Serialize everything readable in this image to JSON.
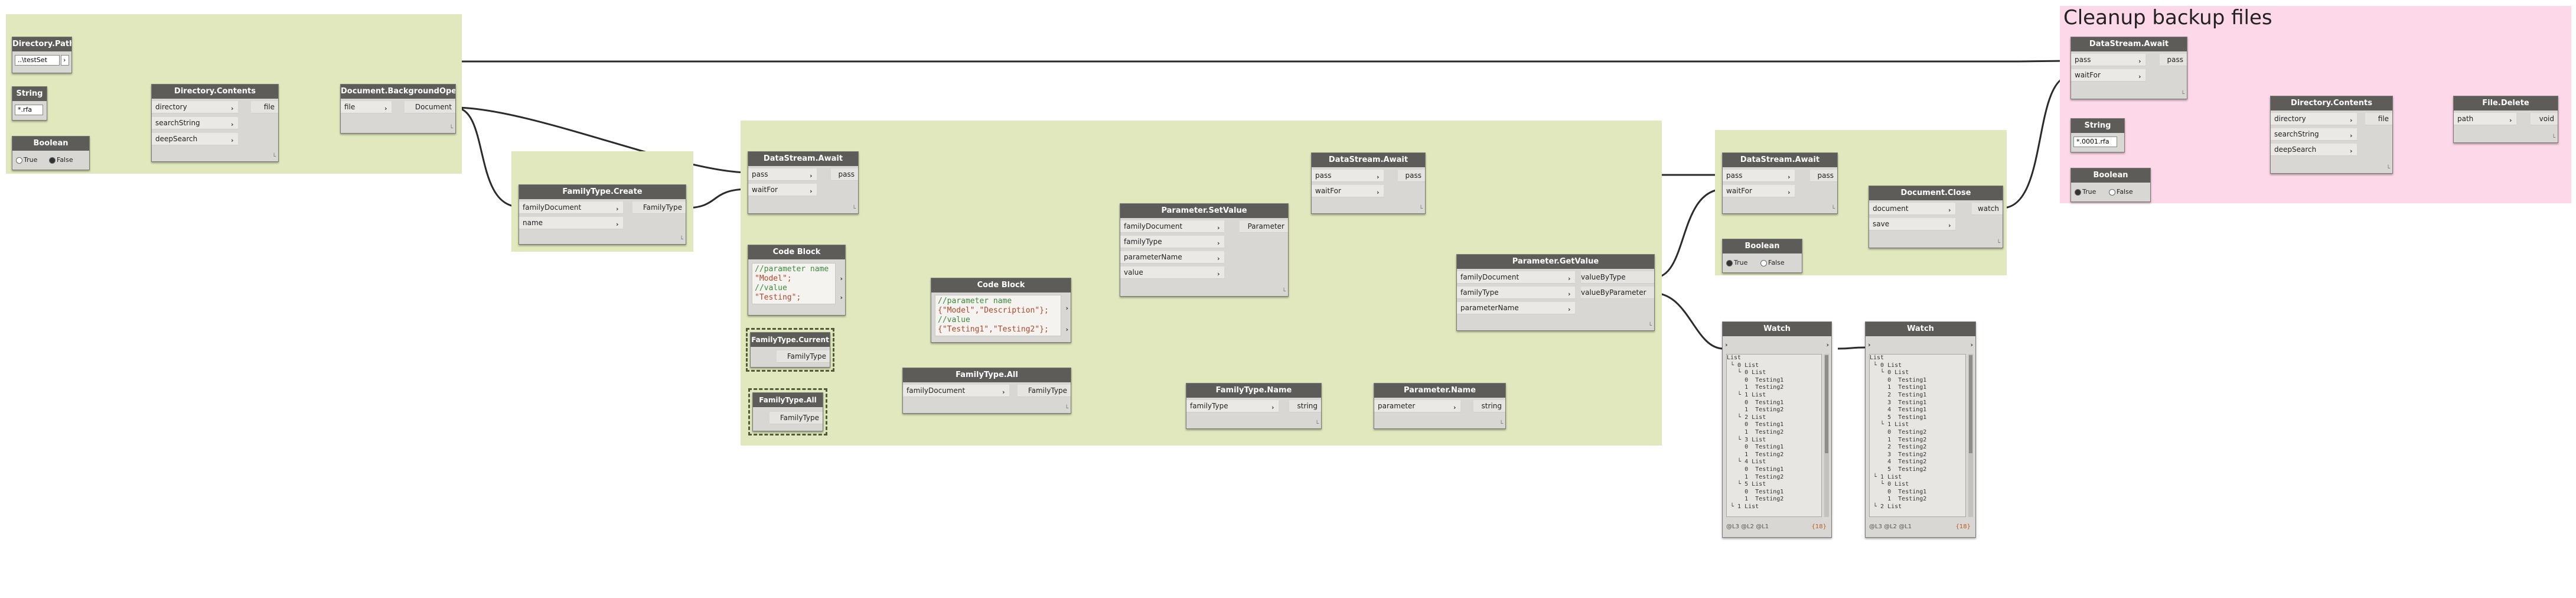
{
  "colors": {
    "group_green": "#e1e8bd",
    "group_pink": "#fcd8e8",
    "node_header": "#5d5c59",
    "node_body": "#d9d7d3",
    "wire": "#2b2b2b",
    "comment_green": "#3d8a3d",
    "string_red": "#b5452a"
  },
  "groups": {
    "cleanup_title": "Cleanup backup files"
  },
  "nodes": {
    "dir_path": {
      "title": "Directory.Path",
      "value": "..\\testSet"
    },
    "string1": {
      "title": "String",
      "value": "*.rfa"
    },
    "boolean1": {
      "title": "Boolean",
      "true_label": "True",
      "false_label": "False"
    },
    "dir_contents1": {
      "title": "Directory.Contents",
      "inputs": [
        "directory",
        "searchString",
        "deepSearch"
      ],
      "output": "file"
    },
    "bg_open": {
      "title": "Document.BackgroundOpen",
      "input": "file",
      "output": "Document"
    },
    "ft_create": {
      "title": "FamilyType.Create",
      "inputs": [
        "familyDocument",
        "name"
      ],
      "output": "FamilyType"
    },
    "await1": {
      "title": "DataStream.Await",
      "inputs": [
        "pass",
        "waitFor"
      ],
      "output": "pass"
    },
    "code1": {
      "title": "Code Block",
      "line1": "//parameter name",
      "line2": "\"Model\";",
      "line3": "//value",
      "line4": "\"Testing\";"
    },
    "ft_current": {
      "title": "FamilyType.Current",
      "output": "FamilyType"
    },
    "ft_all_small": {
      "title": "FamilyType.All",
      "output": "FamilyType"
    },
    "code2": {
      "title": "Code Block",
      "line1": "//parameter name",
      "line2": "{\"Model\",\"Description\"};",
      "line3": "//value",
      "line4": "{\"Testing1\",\"Testing2\"};"
    },
    "ft_all": {
      "title": "FamilyType.All",
      "input": "familyDocument",
      "output": "FamilyType"
    },
    "set_value": {
      "title": "Parameter.SetValue",
      "inputs": [
        "familyDocument",
        "familyType",
        "parameterName",
        "value"
      ],
      "output": "Parameter"
    },
    "ft_name": {
      "title": "FamilyType.Name",
      "input": "familyType",
      "output": "string"
    },
    "await2": {
      "title": "DataStream.Await",
      "inputs": [
        "pass",
        "waitFor"
      ],
      "output": "pass"
    },
    "param_name": {
      "title": "Parameter.Name",
      "input": "parameter",
      "output": "string"
    },
    "get_value": {
      "title": "Parameter.GetValue",
      "inputs": [
        "familyDocument",
        "familyType",
        "parameterName"
      ],
      "outputs": [
        "valueByType",
        "valueByParameter"
      ]
    },
    "await3": {
      "title": "DataStream.Await",
      "inputs": [
        "pass",
        "waitFor"
      ],
      "output": "pass"
    },
    "boolean2": {
      "title": "Boolean",
      "true_label": "True",
      "false_label": "False"
    },
    "doc_close": {
      "title": "Document.Close",
      "inputs": [
        "document",
        "save"
      ],
      "output": "watch"
    },
    "watch1": {
      "title": "Watch",
      "footer": "@L3 @L2 @L1",
      "count": "{18}"
    },
    "watch2": {
      "title": "Watch",
      "footer": "@L3 @L2 @L1",
      "count": "{18}"
    },
    "await4": {
      "title": "DataStream.Await",
      "inputs": [
        "pass",
        "waitFor"
      ],
      "output": "pass"
    },
    "string2": {
      "title": "String",
      "value": "*.0001.rfa"
    },
    "boolean3": {
      "title": "Boolean",
      "true_label": "True",
      "false_label": "False"
    },
    "dir_contents2": {
      "title": "Directory.Contents",
      "inputs": [
        "directory",
        "searchString",
        "deepSearch"
      ],
      "output": "file"
    },
    "file_delete": {
      "title": "File.Delete",
      "input": "path",
      "output": "void"
    }
  },
  "watch1_lines": [
    "List",
    " └ 0 List",
    "   └ 0 List",
    "     0  Testing1",
    "     1  Testing2",
    "   └ 1 List",
    "     0  Testing1",
    "     1  Testing2",
    "   └ 2 List",
    "     0  Testing1",
    "     1  Testing2",
    "   └ 3 List",
    "     0  Testing1",
    "     1  Testing2",
    "   └ 4 List",
    "     0  Testing1",
    "     1  Testing2",
    "   └ 5 List",
    "     0  Testing1",
    "     1  Testing2",
    " └ 1 List"
  ],
  "watch2_lines": [
    "List",
    " └ 0 List",
    "   └ 0 List",
    "     0  Testing1",
    "     1  Testing1",
    "     2  Testing1",
    "     3  Testing1",
    "     4  Testing1",
    "     5  Testing1",
    "   └ 1 List",
    "     0  Testing2",
    "     1  Testing2",
    "     2  Testing2",
    "     3  Testing2",
    "     4  Testing2",
    "     5  Testing2",
    " └ 1 List",
    "   └ 0 List",
    "     0  Testing1",
    "     1  Testing2",
    " └ 2 List"
  ]
}
